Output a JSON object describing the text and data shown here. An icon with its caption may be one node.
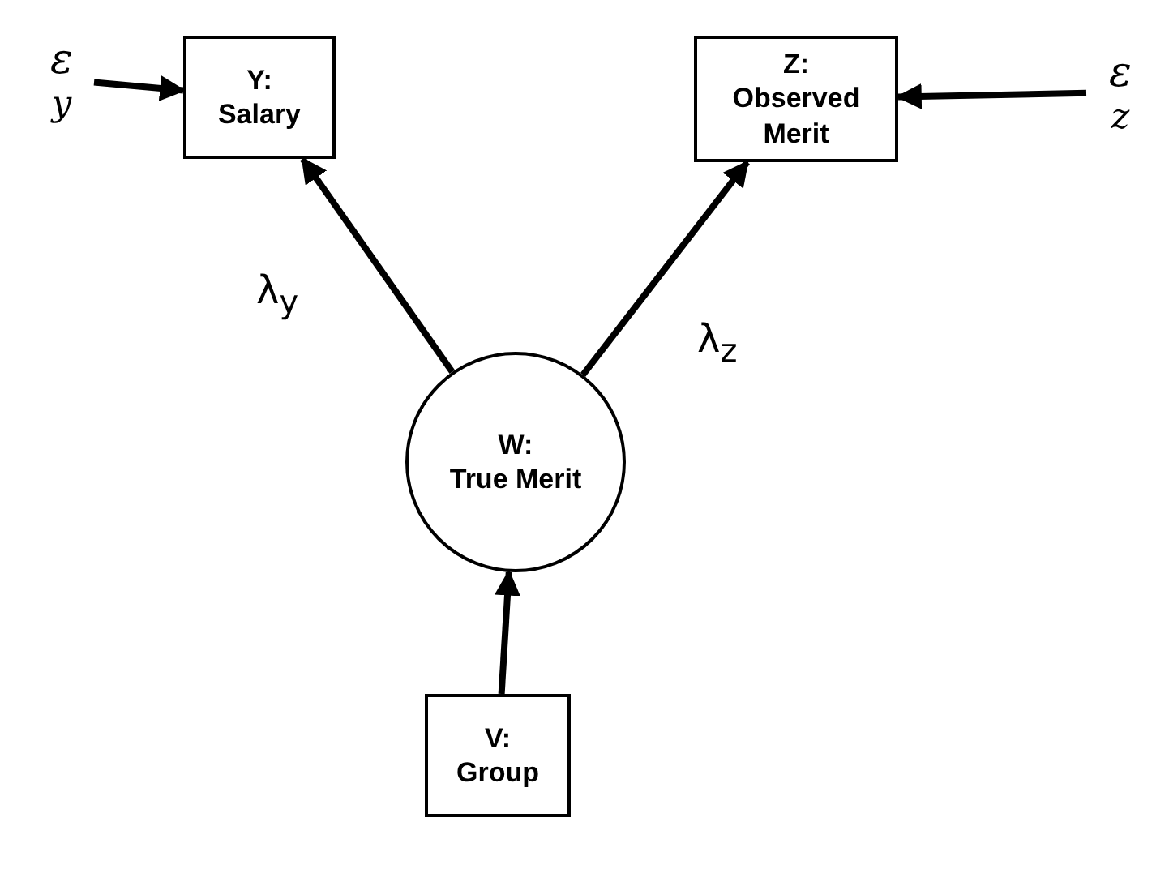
{
  "diagram": {
    "nodes": [
      {
        "text": [
          "Y:",
          "Salary"
        ]
      },
      {
        "text": [
          "Z:",
          "Observed Merit"
        ]
      },
      {
        "text": [
          "W:",
          "True Merit"
        ]
      },
      {
        "text": [
          "V:",
          "Group"
        ]
      },
      {
        "text": [
          "ε$_{y}$"
        ]
      },
      {
        "text": [
          "ε$_{z}$"
        ]
      }
    ],
    "edges": [
      {
        "from": 4,
        "to": 0,
        "arrow": "to"
      },
      {
        "from": 5,
        "to": 1,
        "arrow": "to"
      },
      {
        "from": 2,
        "to": 0,
        "arrow": "to",
        "label": "λ$_{y}$"
      },
      {
        "from": 2,
        "to": 1,
        "arrow": "to",
        "label": "λ$_{z}$"
      },
      {
        "from": 3,
        "to": 2,
        "arrow": "to"
      }
    ]
  }
}
